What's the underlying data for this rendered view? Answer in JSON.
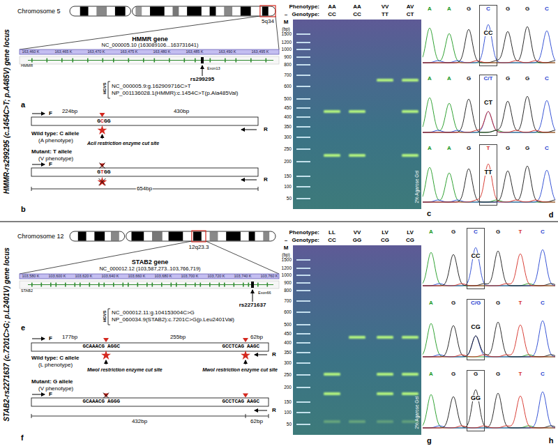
{
  "diagram": {
    "nodes": [
      {
        "text": [
          "C",
          "CC"
        ]
      },
      {
        "text": [
          "C/T",
          "CT"
        ]
      },
      {
        "text": [
          "T",
          "TT"
        ]
      },
      {
        "text": [
          "C",
          "CC"
        ]
      },
      {
        "text": [
          "C/G",
          "CG"
        ]
      },
      {
        "text": [
          "G",
          "GG"
        ]
      }
    ],
    "labels": [
      "HMMR-rs299295 (c.1454C>T; p.A485V) gene locus",
      "Chromosome 5",
      "5q34",
      "HMMR gene",
      "NC_000005.10 (163089106...163731641)",
      "163,460 K",
      "163,465 K",
      "163,470 K",
      "163,475 K",
      "163,480 K",
      "163,485 K",
      "163,490 K",
      "163,495 K",
      "HMMR",
      "Exon13",
      "HGVS",
      "rs299295",
      "NC_000005.9:g.162909716C>T",
      "NP_001136028.1(HMMR):c.1454C>T(p.Ala485Val)",
      "a",
      "F",
      "224bp",
      "430bp",
      "G",
      "C",
      "GG",
      "R",
      "Wild type: C allele",
      "(A phenotype)",
      "AciI restriction enzyme cut site",
      "Mutant: T allele",
      "(V phenotype)",
      "F",
      "G",
      "T",
      "GG",
      "R",
      "654bp",
      "b",
      "Phenotype:",
      "AA",
      "AA",
      "VV",
      "AV",
      "Genotype:",
      "CC",
      "CC",
      "TT",
      "CT",
      "–",
      "M",
      "(bp)",
      "1500",
      "1200",
      "1000",
      "900",
      "800",
      "700",
      "600",
      "500",
      "450",
      "400",
      "350",
      "300",
      "250",
      "200",
      "150",
      "100",
      "50",
      "2% Agarose Gel",
      "c",
      "A",
      "A",
      "G",
      "G",
      "G",
      "C",
      "A",
      "A",
      "G",
      "G",
      "G",
      "C",
      "A",
      "A",
      "G",
      "G",
      "G",
      "C",
      "d",
      "STAB2-rs2271637 (c.7201C>G; p.L2401V) gene locus",
      "Chromosome 12",
      "12q23.3",
      "STAB2 gene",
      "NC_000012.12 (103,587,273..103,766,719)",
      "103,580 K",
      "103,600 K",
      "103,620 K",
      "103,640 K",
      "103,660 K",
      "103,680 K",
      "103,700 K",
      "103,720 K",
      "103,740 K",
      "103,760 K",
      "STAB2",
      "Exon66",
      "HGVS",
      "rs2271637",
      "NC_000012.11:g.104153004C>G",
      "NP_060034.9(STAB2):c.7201C>G(p.Leu2401Val)",
      "e",
      "F",
      "177bp",
      "255bp",
      "62bp",
      "GCAAACG",
      "AGGC",
      "GCCTCAG",
      "AAGC",
      "R",
      "Wild type: C allele",
      "(L phenotype)",
      "MwoI restriction enzyme cut site",
      "MwoI restriction enzyme cut site",
      "Mutant: G allele",
      "(V phenotype)",
      "F",
      "GCAAACG",
      "AGGG",
      "GCCTCAG",
      "AAGC",
      "R",
      "432bp",
      "62bp",
      "f",
      "Phenotype:",
      "LL",
      "VV",
      "LV",
      "LV",
      "Genotype:",
      "CC",
      "GG",
      "CG",
      "CG",
      "–",
      "M",
      "(bp)",
      "1500",
      "1200",
      "1000",
      "900",
      "800",
      "700",
      "600",
      "500",
      "450",
      "400",
      "350",
      "300",
      "250",
      "200",
      "150",
      "100",
      "50",
      "2% Agarose Gel",
      "g",
      "A",
      "G",
      "G",
      "T",
      "C",
      "A",
      "G",
      "G",
      "T",
      "C",
      "A",
      "G",
      "G",
      "T",
      "C",
      "h"
    ]
  }
}
